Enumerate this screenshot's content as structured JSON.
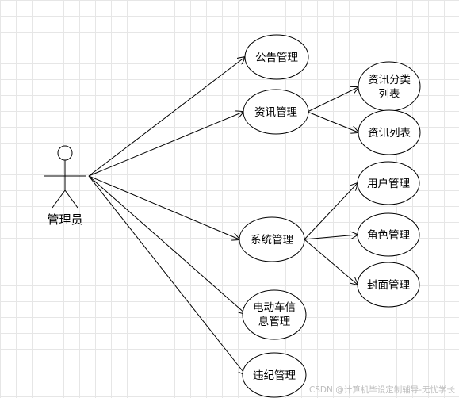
{
  "actor": {
    "label": "管理员"
  },
  "use_cases": {
    "announcement": "公告管理",
    "news": "资讯管理",
    "news_category": [
      "资讯分类",
      "列表"
    ],
    "news_list": "资讯列表",
    "system": "系统管理",
    "user": "用户管理",
    "role": "角色管理",
    "cover": "封面管理",
    "ebike": [
      "电动车信",
      "息管理"
    ],
    "violation": "违纪管理"
  },
  "watermark": "CSDN @计算机毕设定制辅导-无忧学长"
}
